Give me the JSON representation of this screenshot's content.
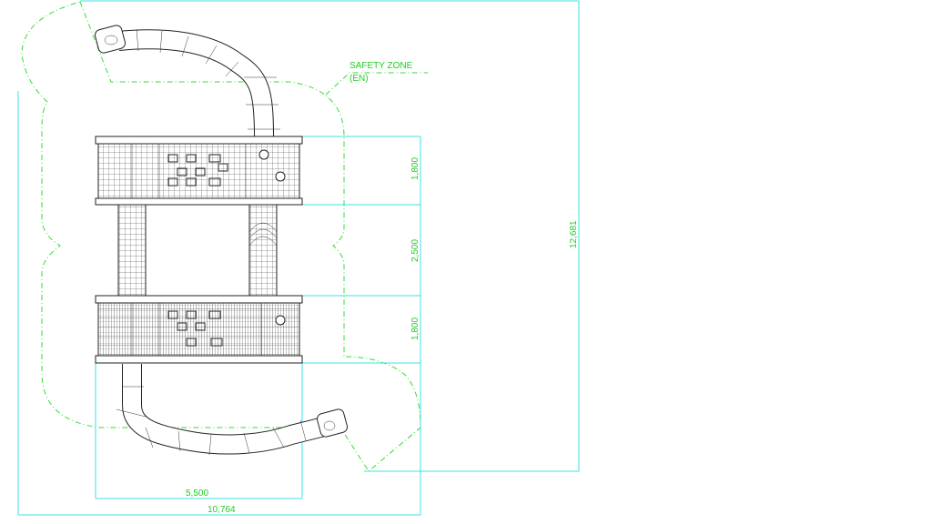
{
  "drawing": {
    "safety_zone_label": "SAFETY ZONE",
    "safety_zone_standard": "(EN)",
    "dimensions": {
      "upper_deck_height": "1,800",
      "post_height": "2,500",
      "lower_deck_height": "1,800",
      "total_height": "12,681",
      "structure_width": "5,500",
      "total_width": "10,764"
    },
    "colors": {
      "dimension": "#3fe0e0",
      "safety_zone": "#33dd33",
      "ink": "#222222"
    }
  }
}
